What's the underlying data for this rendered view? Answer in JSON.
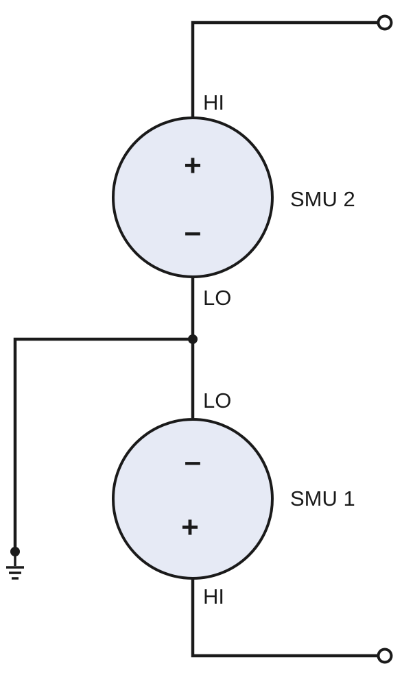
{
  "colors": {
    "wire": "#1a1a1a",
    "smu_fill": "#e6eaf5",
    "background": "#ffffff"
  },
  "smu2": {
    "name": "SMU 2",
    "top_terminal": "HI",
    "bottom_terminal": "LO",
    "top_sign": "+",
    "bottom_sign": "–"
  },
  "smu1": {
    "name": "SMU 1",
    "top_terminal": "LO",
    "bottom_terminal": "HI",
    "top_sign": "–",
    "bottom_sign": "+"
  },
  "icons": {
    "ground": "ground-icon",
    "terminal": "open-terminal-icon",
    "junction": "junction-dot-icon"
  }
}
